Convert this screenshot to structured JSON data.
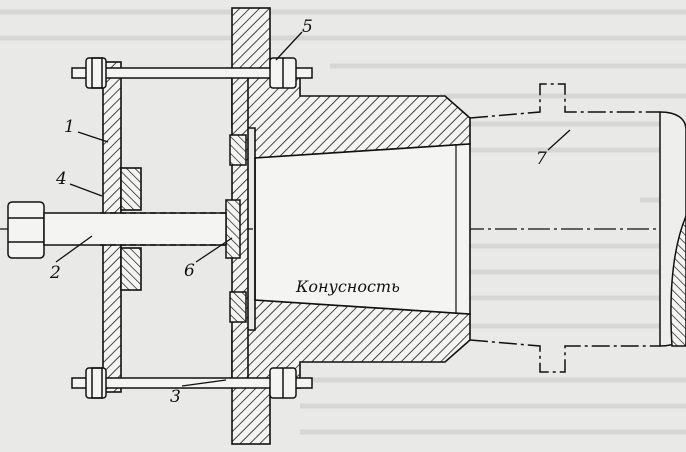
{
  "diagram": {
    "callouts": [
      {
        "id": "1",
        "text": "1"
      },
      {
        "id": "2",
        "text": "2"
      },
      {
        "id": "3",
        "text": "3"
      },
      {
        "id": "4",
        "text": "4"
      },
      {
        "id": "5",
        "text": "5"
      },
      {
        "id": "6",
        "text": "6"
      },
      {
        "id": "7",
        "text": "7"
      }
    ],
    "taper_label": "Конусность"
  }
}
